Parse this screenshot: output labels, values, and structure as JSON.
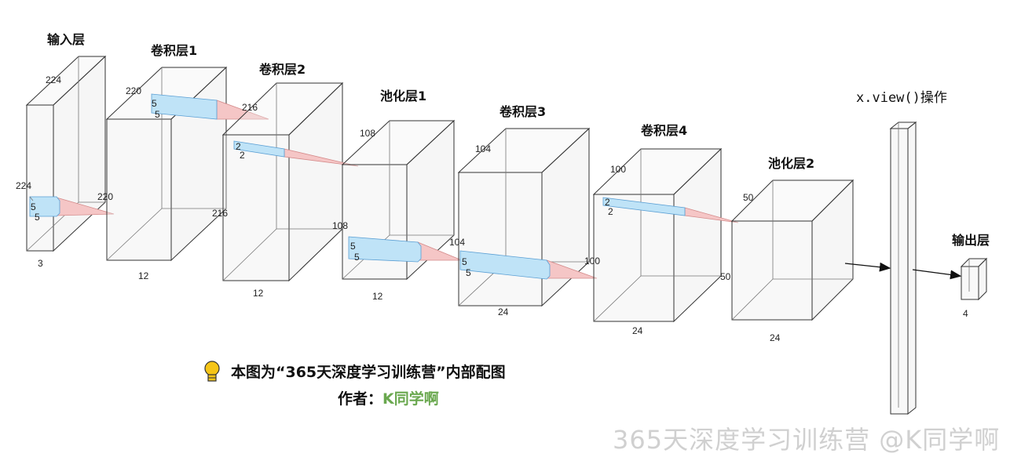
{
  "layers": [
    {
      "id": "input",
      "title": "输入层",
      "dims": [
        "224",
        "224",
        "3"
      ]
    },
    {
      "id": "conv1",
      "title": "卷积层1",
      "dims": [
        "220",
        "220",
        "12"
      ]
    },
    {
      "id": "conv2",
      "title": "卷积层2",
      "dims": [
        "216",
        "216",
        "12"
      ]
    },
    {
      "id": "pool1",
      "title": "池化层1",
      "dims": [
        "108",
        "108",
        "12"
      ]
    },
    {
      "id": "conv3",
      "title": "卷积层3",
      "dims": [
        "104",
        "104",
        "24"
      ]
    },
    {
      "id": "conv4",
      "title": "卷积层4",
      "dims": [
        "100",
        "100",
        "24"
      ]
    },
    {
      "id": "pool2",
      "title": "池化层2",
      "dims": [
        "50",
        "50",
        "24"
      ]
    },
    {
      "id": "view",
      "title": "x.view()操作"
    },
    {
      "id": "output",
      "title": "输出层",
      "dims": [
        "4"
      ]
    }
  ],
  "kernels": [
    {
      "id": "k1",
      "size": [
        "5",
        "5"
      ]
    },
    {
      "id": "k2",
      "size": [
        "5",
        "5"
      ]
    },
    {
      "id": "k3",
      "size": [
        "2",
        "2"
      ]
    },
    {
      "id": "k4",
      "size": [
        "5",
        "5"
      ]
    },
    {
      "id": "k5",
      "size": [
        "5",
        "5"
      ]
    },
    {
      "id": "k6",
      "size": [
        "2",
        "2"
      ]
    }
  ],
  "caption": {
    "line1": "本图为“365天深度学习训练营”内部配图",
    "author_label": "作者：",
    "author_name": "K同学啊"
  },
  "watermark": "365天深度学习训练营 @K同学啊",
  "colors": {
    "author": "#6aa84f",
    "kernel_blue": "#bfe3f7",
    "kernel_pink": "#f5c6c6"
  }
}
